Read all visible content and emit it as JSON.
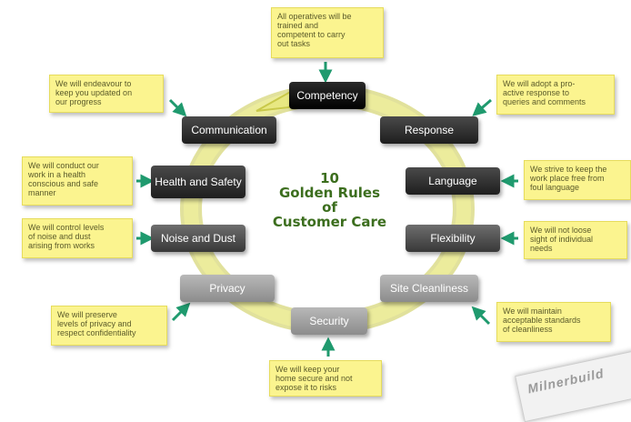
{
  "title": [
    "10",
    "Golden Rules",
    "of",
    "Customer Care"
  ],
  "rules": [
    {
      "key": "competency",
      "label": "Competency"
    },
    {
      "key": "response",
      "label": "Response"
    },
    {
      "key": "language",
      "label": "Language"
    },
    {
      "key": "flexibility",
      "label": "Flexibility"
    },
    {
      "key": "site-cleanliness",
      "label": "Site Cleanliness"
    },
    {
      "key": "security",
      "label": "Security"
    },
    {
      "key": "privacy",
      "label": "Privacy"
    },
    {
      "key": "noise-and-dust",
      "label": "Noise and Dust"
    },
    {
      "key": "health-and-safety",
      "label": "Health and Safety"
    },
    {
      "key": "communication",
      "label": "Communication"
    }
  ],
  "notes": {
    "competency": [
      "All operatives will be",
      "trained and",
      "competent to carry",
      "out tasks"
    ],
    "response": [
      "We will adopt a pro-",
      "active response to",
      "queries and comments"
    ],
    "language": [
      "We strive to keep the",
      "work place free from",
      "foul language"
    ],
    "flexibility": [
      "We will not loose",
      "sight of individual",
      "needs"
    ],
    "site_cleanliness": [
      "We will maintain",
      "acceptable standards",
      "of cleanliness"
    ],
    "security": [
      "We will keep your",
      "home secure and not",
      "expose it to risks"
    ],
    "privacy": [
      "We will preserve",
      "levels of privacy and",
      "respect confidentiality"
    ],
    "noise_and_dust": [
      "We will control levels",
      "of noise and dust",
      "arising from works"
    ],
    "health_and_safety": [
      "We will conduct our",
      "work in a health",
      "conscious and safe",
      "manner"
    ],
    "communication": [
      "We will endeavour to",
      "keep you updated on",
      "our progress"
    ]
  },
  "logo_text": "Milnerbuild",
  "colors": {
    "ring": "#e0e07a",
    "arrow": "#1f9a6e",
    "title": "#3c6e1e",
    "note_bg": "#fbf48f"
  }
}
